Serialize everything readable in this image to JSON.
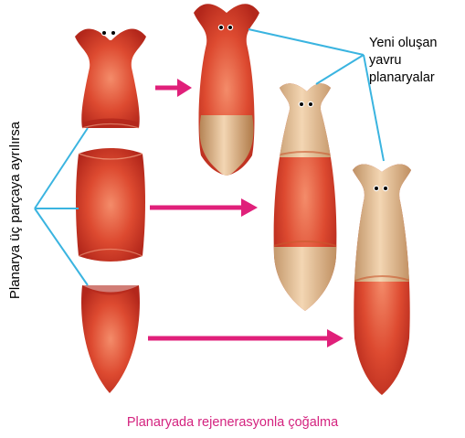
{
  "labels": {
    "side_label": "Planarya üç parçaya ayrılırsa",
    "new_offspring_line1": "Yeni oluşan",
    "new_offspring_line2": "yavru",
    "new_offspring_line3": "planaryalar",
    "caption": "Planaryada rejenerasyonla çoğalma"
  },
  "colors": {
    "body_red": "#d9442c",
    "body_dark": "#b0281c",
    "regrown_tan": "#cfa071",
    "arrow_magenta": "#e0207a",
    "connector_blue": "#3ab4e0",
    "caption_magenta": "#d4237f"
  }
}
